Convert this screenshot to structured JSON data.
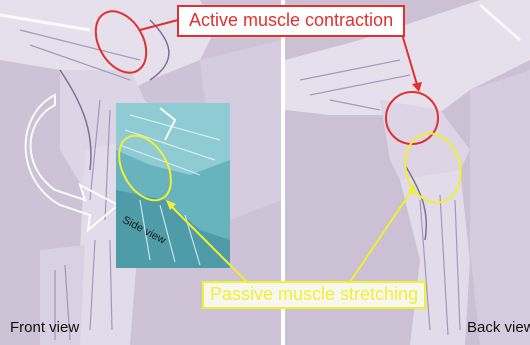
{
  "labels": {
    "active": "Active muscle contraction",
    "passive": "Passive muscle stretching",
    "side_view": "Side view",
    "front_view": "Front view",
    "back_view": "Back view"
  },
  "colors": {
    "background": "#cdc2d6",
    "muscle": "#e9e4ef",
    "muscle_shade": "#7d6f98",
    "inset": "#68b4be",
    "active": "#e03030",
    "passive": "#f2f030",
    "divider": "#ffffff"
  }
}
